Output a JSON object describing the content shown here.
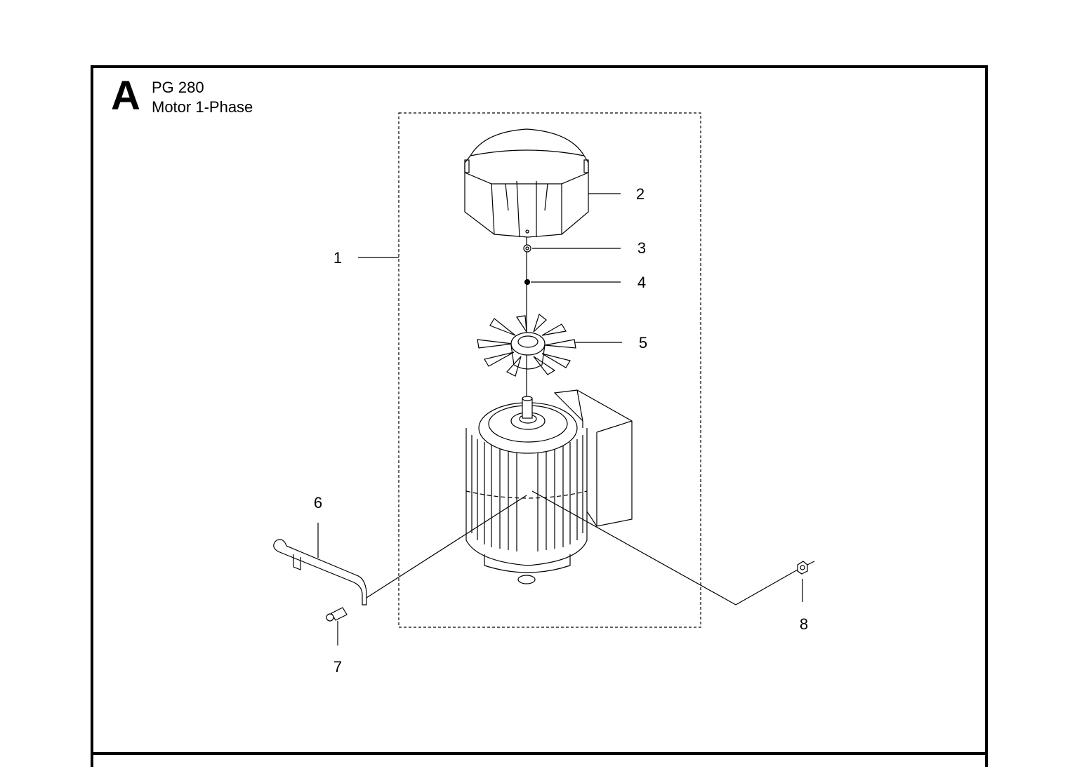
{
  "header": {
    "section_letter": "A",
    "model": "PG 280",
    "assembly": "Motor 1-Phase"
  },
  "callouts": [
    "1",
    "2",
    "3",
    "4",
    "5",
    "6",
    "7",
    "8"
  ]
}
